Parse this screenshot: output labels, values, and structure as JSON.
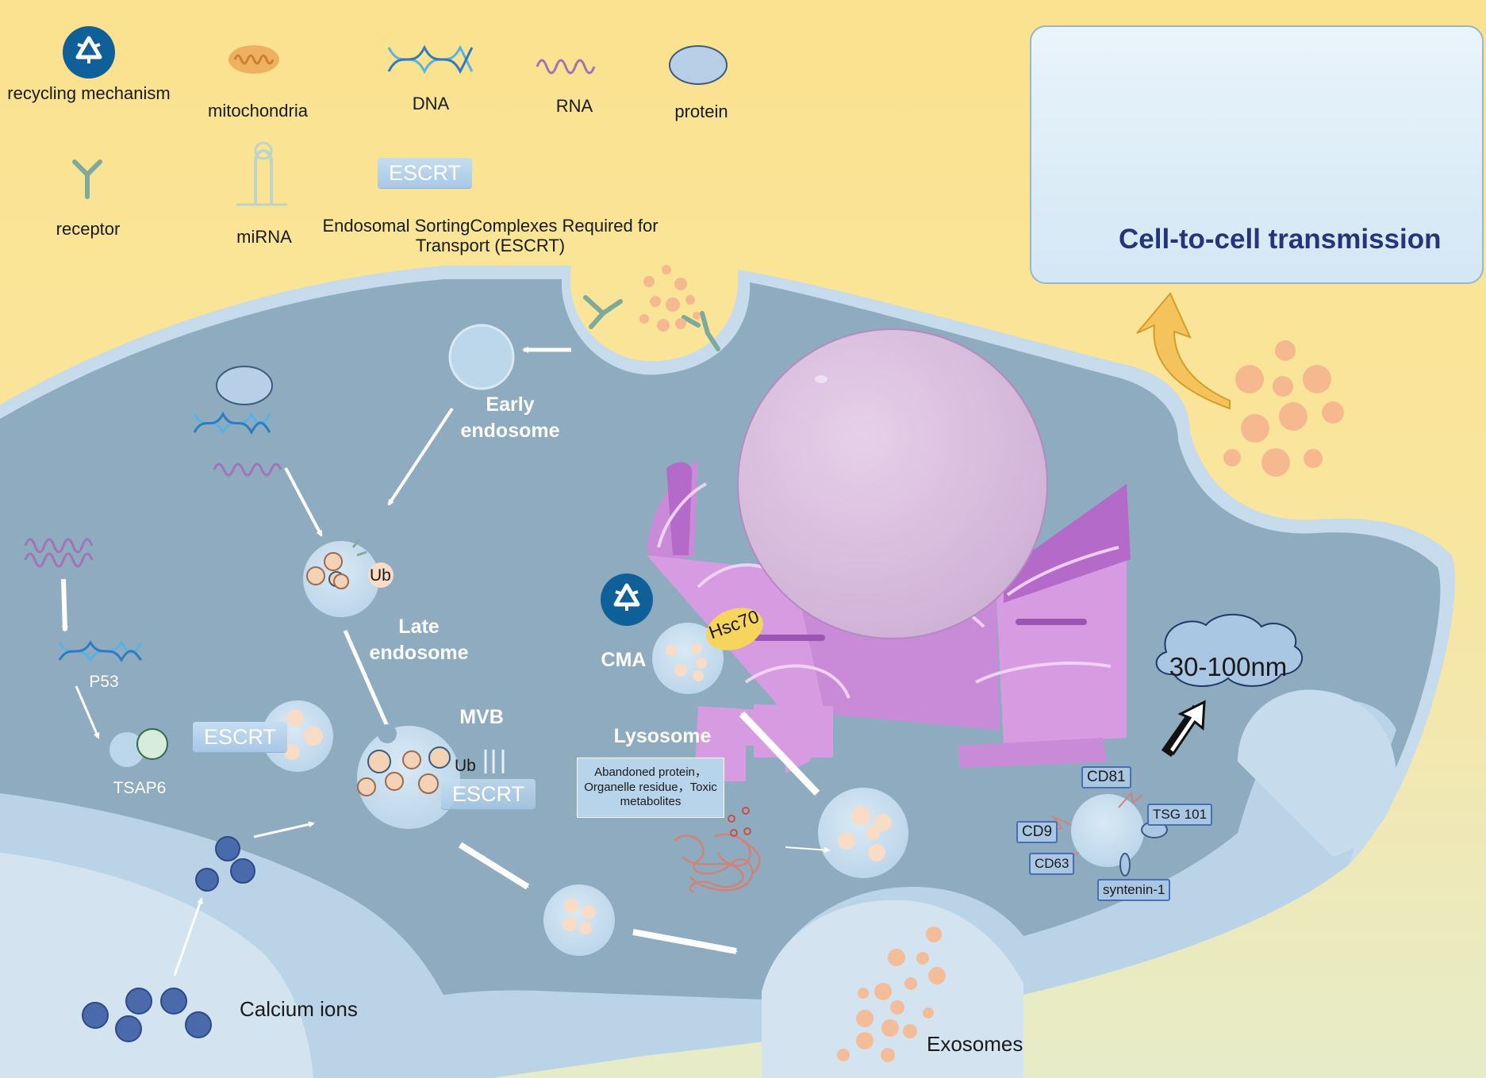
{
  "legend": {
    "recycling": "recycling mechanism",
    "mitochondria": "mitochondria",
    "dna": "DNA",
    "rna": "RNA",
    "protein": "protein",
    "receptor": "receptor",
    "mirna": "miRNA",
    "escrt_chip": "ESCRT",
    "escrt_desc": "Endosomal SortingComplexes Required for Transport (ESCRT)"
  },
  "panel": {
    "title": "Cell-to-cell transmission"
  },
  "labels": {
    "early_endosome": "Early endosome",
    "late_endosome": "Late endosome",
    "mvb": "MVB",
    "ub": "Ub",
    "p53": "P53",
    "tsap6": "TSAP6",
    "escrt": "ESCRT",
    "cma": "CMA",
    "hsc70": "Hsc70",
    "lysosome": "Lysosome",
    "lysosome_content": "Abandoned protein，Organelle residue，Toxic metabolites",
    "size": "30-100nm",
    "calcium": "Calcium ions",
    "exosomes": "Exosomes"
  },
  "markers": {
    "cd81": "CD81",
    "cd9": "CD9",
    "cd63": "CD63",
    "tsg101": "TSG 101",
    "syntenin": "syntenin-1"
  },
  "colors": {
    "background": "#fae28f",
    "cytoplasm": "#8fabbf",
    "membrane": "#c9dcea",
    "golgi": "#c98ad8",
    "nucleus": "#dcc3de",
    "exosome_dot": "#f6b98f",
    "title": "#26347a"
  }
}
